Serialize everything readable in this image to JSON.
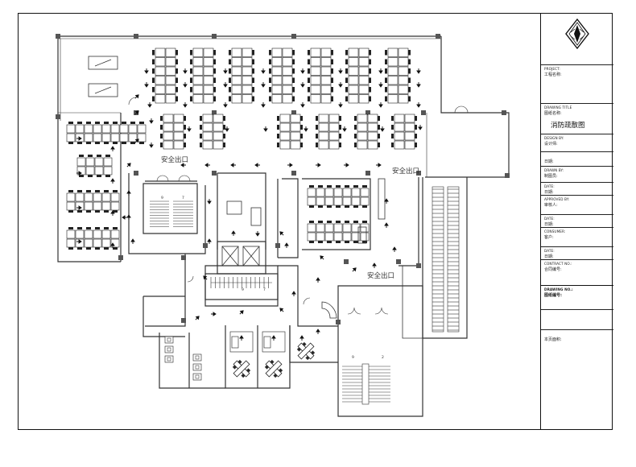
{
  "title_block": {
    "rows": [
      {
        "en": "PROJECT:",
        "cn": "工程名称:"
      },
      {
        "en": "DRAWING TITLE",
        "cn": "图纸名称:",
        "value": "消防疏散图"
      },
      {
        "en": "DESIGN BY:",
        "cn": "设计师:"
      },
      {
        "en": "",
        "cn": "日期:"
      },
      {
        "en": "DRAWN BY:",
        "cn": "制图员:"
      },
      {
        "en": "DATE:",
        "cn": "日期:"
      },
      {
        "en": "APPROVED BY:",
        "cn": "审核人:"
      },
      {
        "en": "DATE:",
        "cn": "日期:"
      },
      {
        "en": "CONSUMER:",
        "cn": "客户:"
      },
      {
        "en": "DATE:",
        "cn": "日期:"
      },
      {
        "en": "CONTRACT NO.:",
        "cn": "合同编号:"
      },
      {
        "en": "DRAWING NO.:",
        "cn": "图纸编号:"
      },
      {
        "en": "",
        "cn": ""
      },
      {
        "en": "",
        "cn": "本页面积:"
      }
    ]
  },
  "plan": {
    "exit_labels": [
      "安全出口",
      "安全出口",
      "安全出口"
    ],
    "stair_numbers": [
      "9",
      "7",
      "9",
      "7",
      "9",
      "2"
    ],
    "logo": "compass-logo"
  }
}
